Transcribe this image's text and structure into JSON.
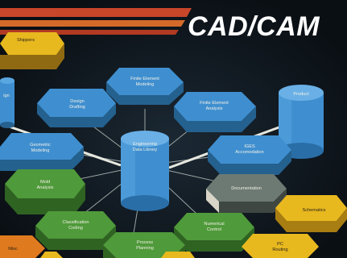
{
  "title": "CAD/CAM",
  "hub": {
    "line1": "Engineering",
    "line2": "Data Library"
  },
  "nodes": {
    "shippers": "Shippers",
    "design_partial": "ign",
    "finite_modeling": {
      "line1": "Finite Element",
      "line2": "Modeling"
    },
    "design_drafting": {
      "line1": "Design",
      "line2": "Drafting"
    },
    "finite_analysis": {
      "line1": "Finite Element",
      "line2": "Analysis"
    },
    "product": "Product",
    "geometric": {
      "line1": "Geometric",
      "line2": "Modeling"
    },
    "iges": {
      "line1": "IGES",
      "line2": "Accomodation"
    },
    "mold": {
      "line1": "Mold",
      "line2": "Analysis"
    },
    "documentation": "Documentation",
    "classification": {
      "line1": "Classification",
      "line2": "Coding"
    },
    "numerical": {
      "line1": "Numerical",
      "line2": "Control"
    },
    "process": {
      "line1": "Process",
      "line2": "Planning"
    },
    "schematics": "Schematics",
    "pc": {
      "line1": "PC",
      "line2": "Routing"
    },
    "misc_partial": "Misc"
  },
  "colors": {
    "background": "#0e141a",
    "blue": "#3f8fd0",
    "green": "#4f9a3a",
    "gray": "#6d7a73",
    "yellow": "#e8b81f",
    "orange": "#e07a1e",
    "stripe_red": "#c8462a"
  }
}
